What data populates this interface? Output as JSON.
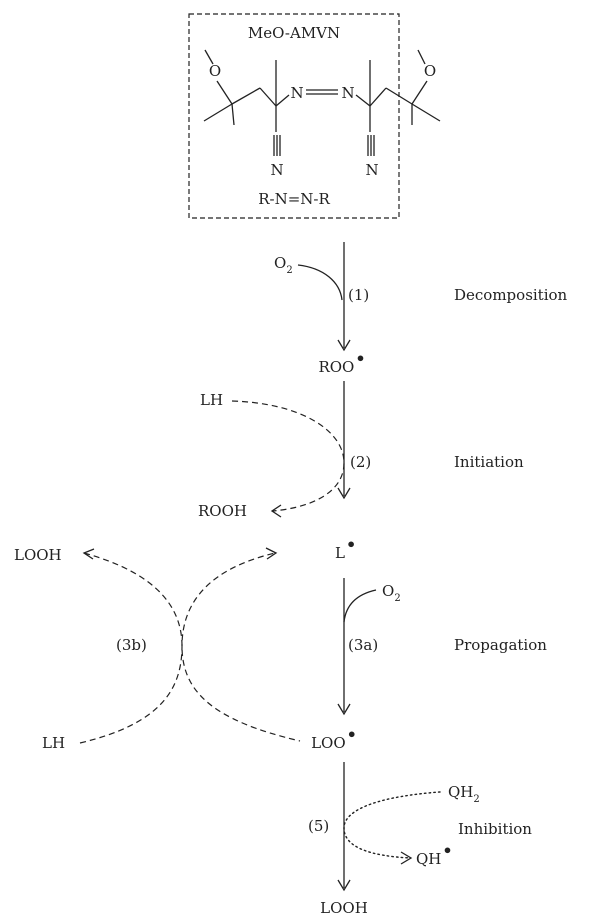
{
  "box": {
    "title": "MeO-AMVN",
    "formula": "R-N=N-R",
    "atoms": {
      "o_left": "O",
      "o_right": "O",
      "n_azo_left": "N",
      "n_azo_right": "N",
      "n_cn_left": "N",
      "n_cn_right": "N"
    }
  },
  "species": {
    "o2_top": "O",
    "o2_top_sub": "2",
    "roo": "ROO",
    "lh_top": "LH",
    "rooh": "ROOH",
    "looh_left": "LOOH",
    "l_radical": "L",
    "o2_mid": "O",
    "o2_mid_sub": "2",
    "lh_bottom": "LH",
    "loo": "LOO",
    "qh2": "QH",
    "qh2_sub": "2",
    "qh_radical": "QH",
    "looh_bottom": "LOOH"
  },
  "step_numbers": {
    "s1": "(1)",
    "s2": "(2)",
    "s3a": "(3a)",
    "s3b": "(3b)",
    "s5": "(5)"
  },
  "stages": {
    "decomposition": "Decomposition",
    "initiation": "Initiation",
    "propagation": "Propagation",
    "inhibition": "Inhibition"
  },
  "radical_dot": "•"
}
